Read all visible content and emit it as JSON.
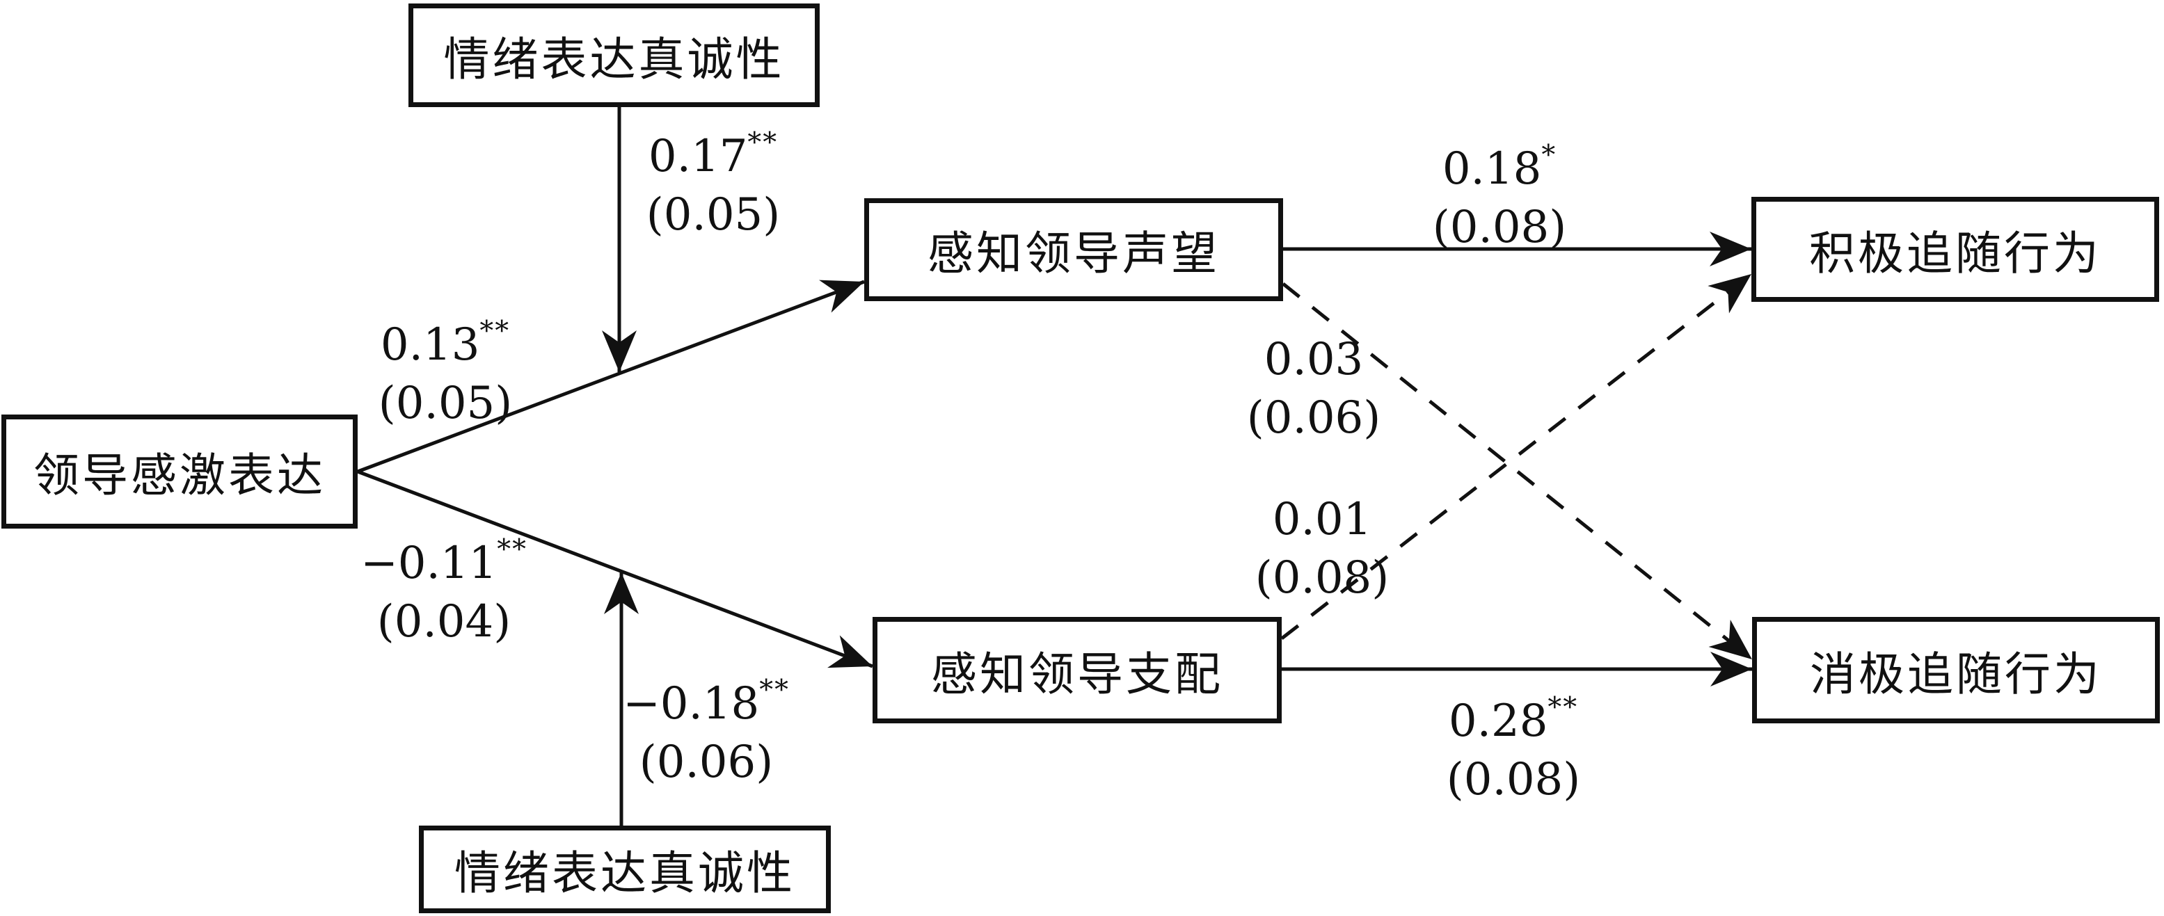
{
  "figure": {
    "type": "moderated-mediation path diagram",
    "background_color": "#ffffff",
    "line_color": "#111111"
  },
  "nodes": {
    "moderator_top": {
      "label": "情绪表达真诚性"
    },
    "iv": {
      "label": "领导感激表达"
    },
    "mediator_prestige": {
      "label": "感知领导声望"
    },
    "mediator_dominance": {
      "label": "感知领导支配"
    },
    "dv_positive": {
      "label": "积极追随行为"
    },
    "dv_negative": {
      "label": "消极追随行为"
    },
    "moderator_bottom": {
      "label": "情绪表达真诚性"
    }
  },
  "paths": {
    "mod_top_on_iv_prestige": {
      "coef": "0.17",
      "stars": "**",
      "se": "(0.05)",
      "style": "solid"
    },
    "iv_to_prestige": {
      "coef": "0.13",
      "stars": "**",
      "se": "(0.05)",
      "style": "solid"
    },
    "iv_to_dominance": {
      "coef": "−0.11",
      "stars": "**",
      "se": "(0.04)",
      "style": "solid"
    },
    "mod_bottom_on_iv_dominance": {
      "coef": "−0.18",
      "stars": "**",
      "se": "(0.06)",
      "style": "solid"
    },
    "prestige_to_positive": {
      "coef": "0.18",
      "stars": "*",
      "se": "(0.08)",
      "style": "solid"
    },
    "prestige_to_negative": {
      "coef": "0.03",
      "stars": "",
      "se": "(0.06)",
      "style": "dashed"
    },
    "dominance_to_positive": {
      "coef": "0.01",
      "stars": "",
      "se": "(0.08)",
      "style": "dashed"
    },
    "dominance_to_negative": {
      "coef": "0.28",
      "stars": "**",
      "se": "(0.08)",
      "style": "solid"
    }
  }
}
